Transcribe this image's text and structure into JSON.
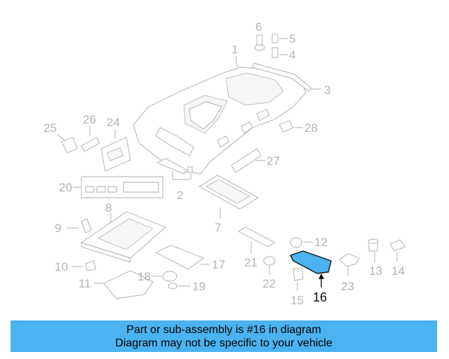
{
  "callouts": {
    "c1": "1",
    "c2": "2",
    "c3": "3",
    "c4": "4",
    "c5": "5",
    "c6": "6",
    "c7": "7",
    "c8": "8",
    "c9": "9",
    "c10": "10",
    "c11": "11",
    "c12": "12",
    "c13": "13",
    "c14": "14",
    "c15": "15",
    "c16": "16",
    "c17": "17",
    "c18": "18",
    "c19": "19",
    "c20": "20",
    "c21": "21",
    "c22": "22",
    "c23": "23",
    "c24": "24",
    "c25": "25",
    "c26": "26",
    "c27": "27",
    "c28": "28"
  },
  "highlight": {
    "part": "16",
    "color": "#4ab3f0"
  },
  "banner": {
    "line1": "Part or sub-assembly is #16 in diagram",
    "line2": "Diagram may not be specific to your vehicle",
    "color": "#4ab3f0"
  }
}
